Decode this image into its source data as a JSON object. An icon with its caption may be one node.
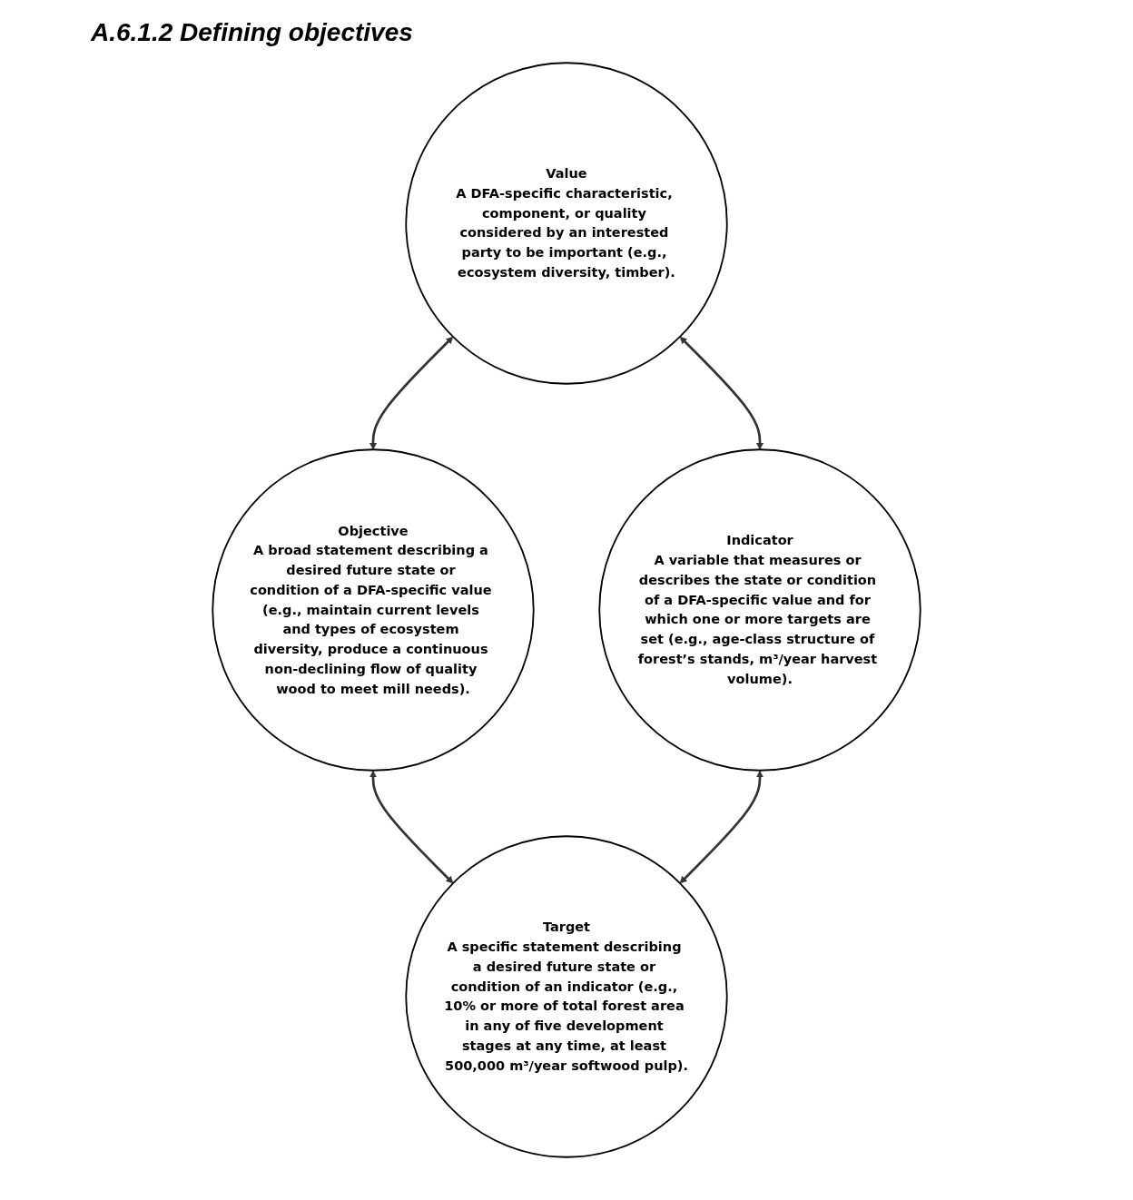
{
  "diagram": {
    "title": "A.6.1.2 Defining objectives",
    "nodes": [
      {
        "text": [
          "Value",
          "A DFA-specific characteristic, component, or quality considered by an interested party to be important (e.g., ecosystem diversity, timber)."
        ]
      },
      {
        "text": [
          "Objective",
          "A broad statement describing a desired future state or condition of a DFA-specific value (e.g., maintain current levels and types of ecosystem diversity, produce a continuous non-declining flow of quality wood to meet mill needs)."
        ]
      },
      {
        "text": [
          "Indicator",
          "A variable that measures or describes the state or condition of a DFA-specific value and for which one or more targets are set (e.g., age-class structure of forest’s stands, m³/year harvest volume)."
        ]
      },
      {
        "text": [
          "Target",
          "A specific statement describing a desired future state or condition of an indicator (e.g., 10% or more of total forest area in any of five development stages at any time, at least 500,000 m³/year softwood pulp)."
        ]
      }
    ],
    "edges": [
      {
        "from": 0,
        "to": 1,
        "arrow": "both"
      },
      {
        "from": 0,
        "to": 2,
        "arrow": "both"
      },
      {
        "from": 1,
        "to": 3,
        "arrow": "both"
      },
      {
        "from": 2,
        "to": 3,
        "arrow": "both"
      }
    ]
  }
}
